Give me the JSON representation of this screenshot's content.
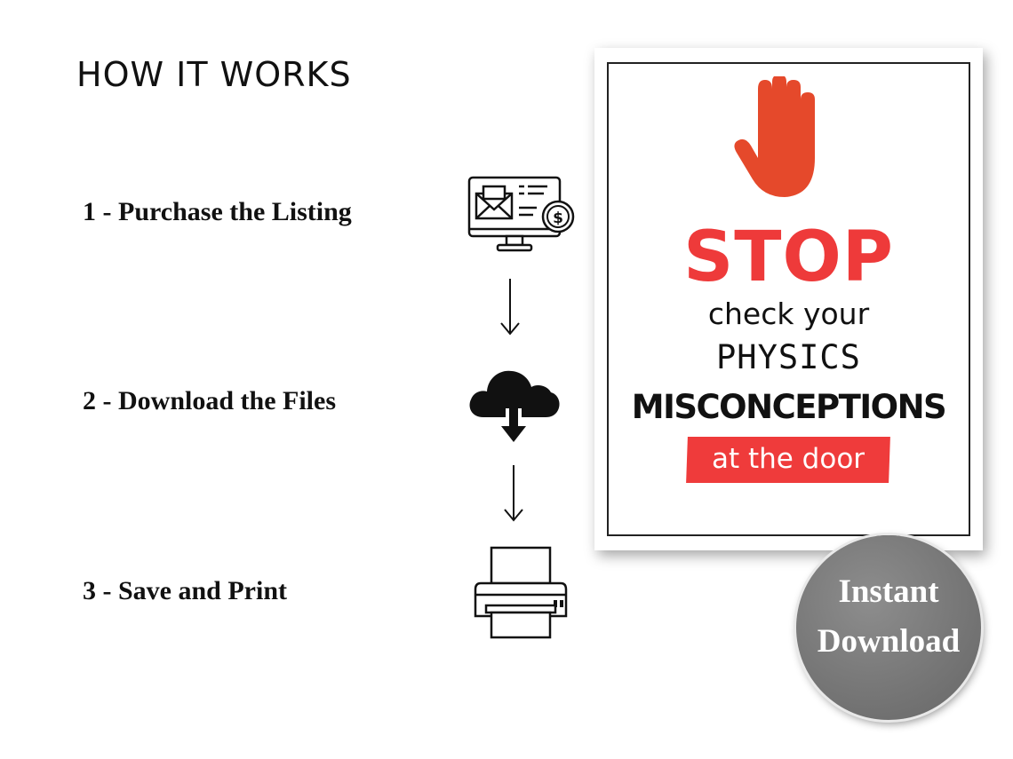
{
  "heading": "HOW IT WORKS",
  "steps": [
    {
      "label": "1 - Purchase the Listing",
      "icon": "computer-email-payment-icon"
    },
    {
      "label": "2 - Download the Files",
      "icon": "cloud-download-icon"
    },
    {
      "label": "3 - Save and Print",
      "icon": "printer-icon"
    }
  ],
  "poster": {
    "stop": "STOP",
    "line1": "check your",
    "line2": "PHYSICS",
    "line3": "MISCONCEPTIONS",
    "line4": "at the door",
    "icon": "stop-hand-icon",
    "colors": {
      "accent_red": "#ee3a3a",
      "hand_orange": "#e5492b"
    }
  },
  "badge": {
    "line1": "Instant",
    "line2": "Download"
  }
}
